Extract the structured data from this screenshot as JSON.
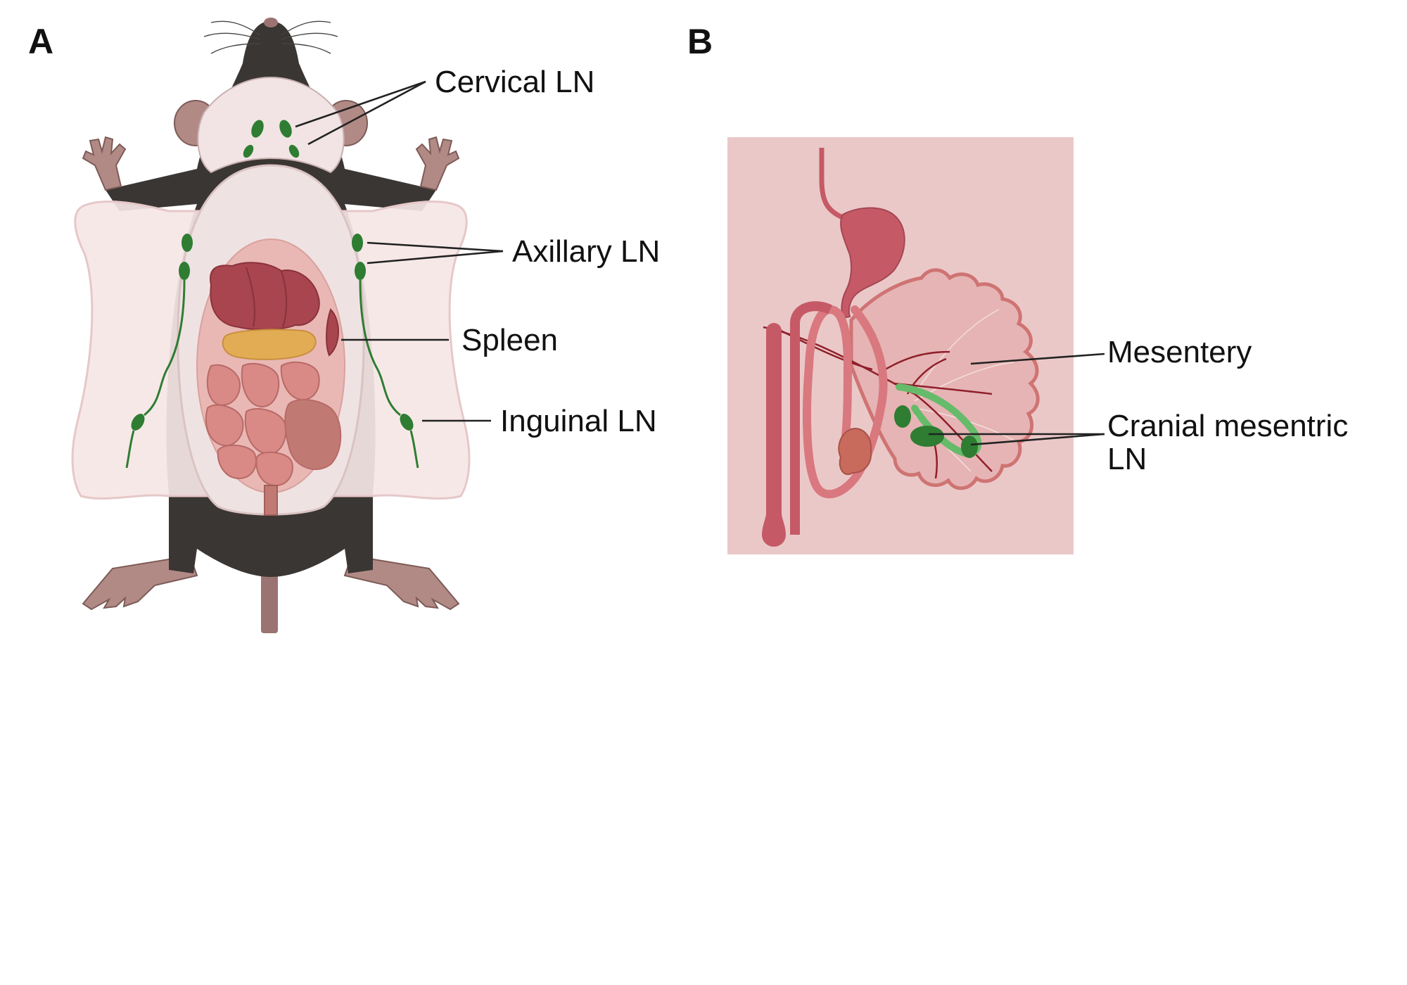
{
  "panels": {
    "a": {
      "letter": "A",
      "labels": {
        "cervical": "Cervical LN",
        "axillary": "Axillary LN",
        "spleen": "Spleen",
        "inguinal": "Inguinal LN"
      }
    },
    "b": {
      "letter": "B",
      "labels": {
        "mesentery": "Mesentery",
        "cranial_line1": "Cranial mesentric",
        "cranial_line2": "LN"
      }
    }
  },
  "colors": {
    "lymph_node": "#2e7d32",
    "lymph_highlight": "#66bb6a",
    "fur": "#3a3633",
    "skin_flap": "#f6e6e6",
    "organ_red": "#a8454f",
    "intestine": "#d98a86",
    "panel_b_bg": "#ebc8c8"
  }
}
